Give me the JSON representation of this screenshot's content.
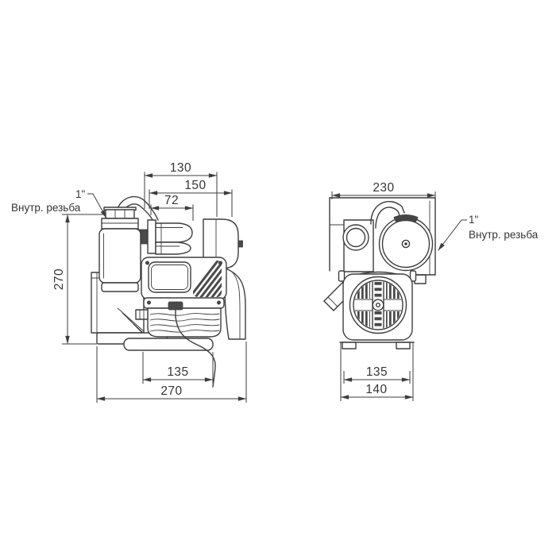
{
  "drawing": {
    "background": "#ffffff",
    "line_color": "#3d3d3d",
    "side_view": {
      "thread_size": "1\"",
      "thread_label": "Внутр. резьба",
      "dim_top_width": "130",
      "dim_mid_width": "150",
      "dim_inner_width": "72",
      "dim_height": "270",
      "dim_base_plate": "135",
      "dim_base_full": "270"
    },
    "front_view": {
      "thread_size": "1\"",
      "thread_label": "Внутр. резьба",
      "dim_width": "230",
      "dim_base_plate": "135",
      "dim_base_full": "140"
    }
  }
}
